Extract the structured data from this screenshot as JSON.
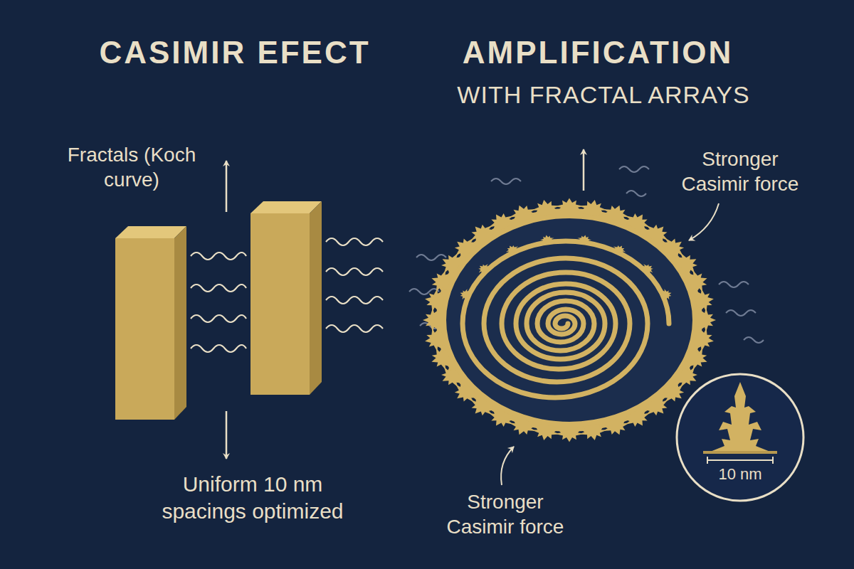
{
  "diagram": {
    "title": "CASIMIR EFECT",
    "nodes": [
      {
        "text": [
          "10 nm"
        ]
      }
    ],
    "labels": [
      "AMPLIFICATION",
      "WITH FRACTAL ARRAYS",
      "Fractals (Koch curve)",
      "Uniform 10 nm spacings optimized",
      "Stronger Casimir force",
      "Stronger Casimir force"
    ]
  }
}
